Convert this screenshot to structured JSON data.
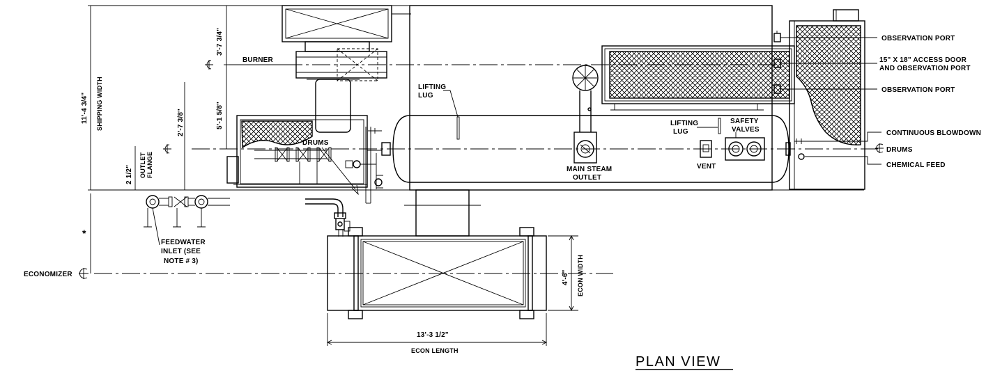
{
  "title": "PLAN VIEW",
  "dimensions": {
    "shipping_width": "11'-4 3/4\"",
    "shipping_width_label": "SHIPPING WIDTH",
    "burner_offset": "3'-7 3/4\"",
    "drums_offset": "5'-1 5/8\"",
    "flange_offset": "2'-7 3/8\"",
    "outlet_flange": "2 1/2\"",
    "outlet_flange_label_1": "OUTLET",
    "outlet_flange_label_2": "FLANGE",
    "econ_width": "4'-6\"",
    "econ_width_label": "ECON WIDTH",
    "econ_length": "13'-3 1/2\"",
    "econ_length_label": "ECON LENGTH"
  },
  "labels": {
    "burner": "BURNER",
    "drums": "DRUMS",
    "lifting_lug_left_1": "LIFTING",
    "lifting_lug_left_2": "LUG",
    "lifting_lug_right_1": "LIFTING",
    "lifting_lug_right_2": "LUG",
    "safety_valves_1": "SAFETY",
    "safety_valves_2": "VALVES",
    "main_steam_1": "MAIN STEAM",
    "main_steam_2": "OUTLET",
    "vent": "VENT",
    "observation_port_top": "OBSERVATION PORT",
    "access_door_1": "15\" X 18\" ACCESS DOOR",
    "access_door_2": "AND OBSERVATION PORT",
    "observation_port_bottom": "OBSERVATION PORT",
    "continuous_blowdown": "CONTINUOUS BLOWDOWN",
    "drums_centerline": "DRUMS",
    "chemical_feed": "CHEMICAL FEED",
    "feedwater_1": "FEEDWATER",
    "feedwater_2": "INLET (SEE",
    "feedwater_3": "NOTE # 3)",
    "economizer": "ECONOMIZER",
    "asterisk": "*"
  }
}
